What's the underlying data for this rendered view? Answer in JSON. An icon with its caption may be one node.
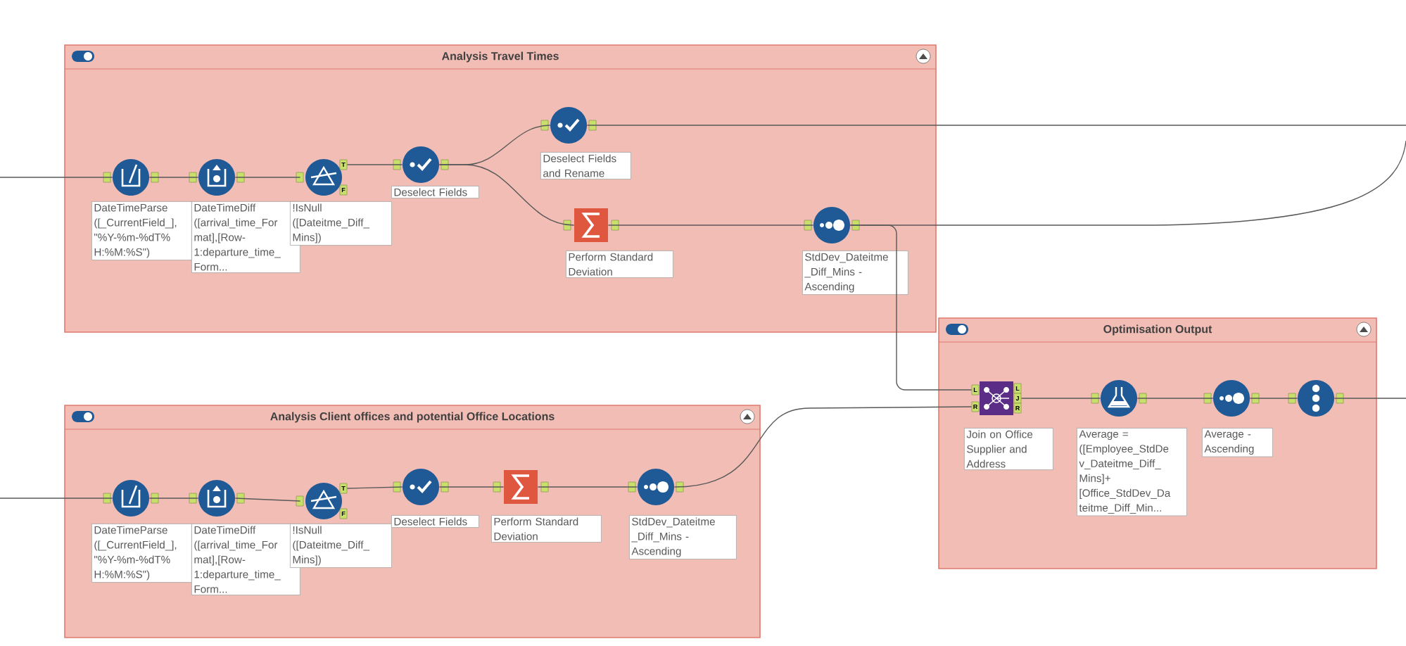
{
  "diagram": {
    "nodes": [
      {
        "text": [
          "Analysis Travel Times"
        ]
      },
      {
        "text": [
          "DateTimeParse ([_CurrentField_], \"%Y-%m-%dT% H:%M:%S\")"
        ],
        "in": 0
      },
      {
        "text": [
          "DateTimeDiff ([arrival_time_For mat],[Row- 1:departure_time_ Form..."
        ],
        "in": 0
      },
      {
        "text": [
          "!IsNull ([Dateitme_Diff_ Mins])"
        ],
        "in": 0
      },
      {
        "text": [
          "Deselect Fields"
        ],
        "in": 0
      },
      {
        "text": [
          "Deselect Fields and Rename"
        ],
        "in": 0
      },
      {
        "text": [
          "Perform Standard Deviation"
        ],
        "in": 0
      },
      {
        "text": [
          "StdDev_Dateitme _Diff_Mins - Ascending"
        ],
        "in": 0
      },
      {
        "text": [
          "Optimisation Output"
        ]
      },
      {
        "text": [
          "Join on Office Supplier and Address"
        ],
        "in": 8
      },
      {
        "text": [
          "Average = ([Employee_StdDe v_Dateitme_Diff_ Mins]+ [Office_StdDev_Da teitme_Diff_Min..."
        ],
        "in": 8
      },
      {
        "text": [
          "Average - Ascending"
        ],
        "in": 8
      },
      {
        "text": [],
        "shape": "circle",
        "in": 8
      },
      {
        "text": [
          "Analysis Client offices and potential Office Locations"
        ]
      },
      {
        "text": [
          "DateTimeParse ([_CurrentField_], \"%Y-%m-%dT% H:%M:%S\")"
        ],
        "in": 13
      },
      {
        "text": [
          "DateTimeDiff ([arrival_time_For mat],[Row- 1:departure_time_ Form..."
        ],
        "in": 13
      },
      {
        "text": [
          "!IsNull ([Dateitme_Diff_ Mins])"
        ],
        "in": 13
      },
      {
        "text": [
          "Deselect Fields"
        ],
        "in": 13
      },
      {
        "text": [
          "Perform Standard Deviation"
        ],
        "in": 13
      },
      {
        "text": [
          "StdDev_Dateitme _Diff_Mins - Ascending"
        ],
        "in": 13
      }
    ],
    "edges": [
      {
        "from": null,
        "to": 1,
        "arrow": "none"
      },
      {
        "from": 1,
        "to": 2,
        "arrow": "none"
      },
      {
        "from": 2,
        "to": 3,
        "arrow": "none"
      },
      {
        "from": 3,
        "to": 4,
        "arrow": "none"
      },
      {
        "from": 4,
        "to": 5,
        "arrow": "none"
      },
      {
        "from": 4,
        "to": 6,
        "arrow": "none"
      },
      {
        "from": 6,
        "to": 7,
        "arrow": "none"
      },
      {
        "from": 5,
        "to": null,
        "arrow": "none"
      },
      {
        "from": 7,
        "to": null,
        "arrow": "none"
      },
      {
        "from": 7,
        "to": 9,
        "arrow": "none"
      },
      {
        "from": 19,
        "to": 9,
        "arrow": "none"
      },
      {
        "from": 9,
        "to": 10,
        "arrow": "none"
      },
      {
        "from": 10,
        "to": 11,
        "arrow": "none"
      },
      {
        "from": 11,
        "to": 12,
        "arrow": "none"
      },
      {
        "from": 12,
        "to": null,
        "arrow": "none"
      },
      {
        "from": null,
        "to": 14,
        "arrow": "none"
      },
      {
        "from": 14,
        "to": 15,
        "arrow": "none"
      },
      {
        "from": 15,
        "to": 16,
        "arrow": "none"
      },
      {
        "from": 16,
        "to": 17,
        "arrow": "none"
      },
      {
        "from": 17,
        "to": 18,
        "arrow": "none"
      },
      {
        "from": 18,
        "to": 19,
        "arrow": "none"
      }
    ],
    "labels": [
      "T",
      "F",
      "L",
      "R",
      "L",
      "J",
      "R",
      "T",
      "F"
    ]
  }
}
